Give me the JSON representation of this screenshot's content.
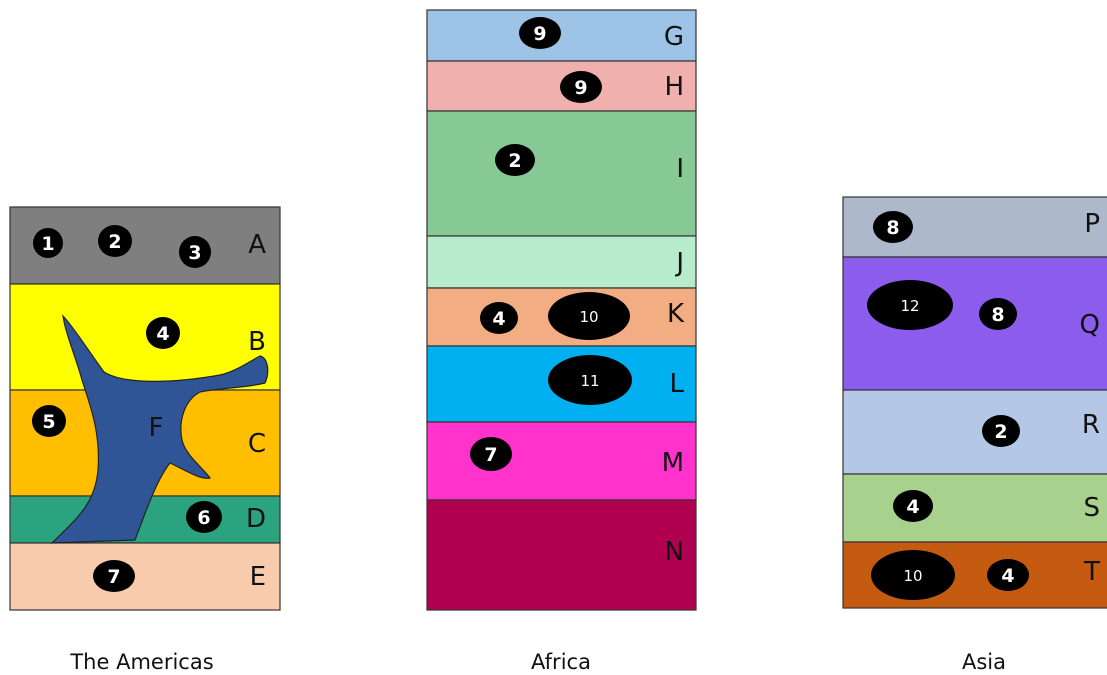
{
  "columns": [
    {
      "caption": "The Americas",
      "layers": [
        {
          "letter": "A",
          "color": "#7f7f7f",
          "badges": [
            "1",
            "2",
            "3"
          ]
        },
        {
          "letter": "B",
          "color": "#ffff00",
          "badges": [
            "4"
          ]
        },
        {
          "letter": "C",
          "color": "#ffbf00",
          "badges": [
            "5"
          ]
        },
        {
          "letter": "D",
          "color": "#2ba37f",
          "badges": [
            "6"
          ]
        },
        {
          "letter": "E",
          "color": "#f9cbad",
          "badges": [
            "7"
          ]
        }
      ],
      "intrusion": {
        "letter": "F",
        "color": "#2f5597"
      }
    },
    {
      "caption": "Africa",
      "layers": [
        {
          "letter": "G",
          "color": "#9dc3e6",
          "badges": [
            "9"
          ]
        },
        {
          "letter": "H",
          "color": "#f0b0ae",
          "badges": [
            "9"
          ]
        },
        {
          "letter": "I",
          "color": "#86c994",
          "badges": [
            "2"
          ]
        },
        {
          "letter": "J",
          "color": "#b8ebcc",
          "badges": []
        },
        {
          "letter": "K",
          "color": "#f2ad82",
          "badges": [
            "4",
            "10"
          ]
        },
        {
          "letter": "L",
          "color": "#00b0f0",
          "badges": [
            "11"
          ]
        },
        {
          "letter": "M",
          "color": "#ff33cc",
          "badges": [
            "7"
          ]
        },
        {
          "letter": "N",
          "color": "#b0004f",
          "badges": []
        }
      ]
    },
    {
      "caption": "Asia",
      "layers": [
        {
          "letter": "P",
          "color": "#adb9ca",
          "badges": [
            "8"
          ]
        },
        {
          "letter": "Q",
          "color": "#8c5ced",
          "badges": [
            "12",
            "8"
          ]
        },
        {
          "letter": "R",
          "color": "#b4c7e7",
          "badges": [
            "2"
          ]
        },
        {
          "letter": "S",
          "color": "#a9d18e",
          "badges": [
            "4"
          ]
        },
        {
          "letter": "T",
          "color": "#c55a11",
          "badges": [
            "10",
            "4"
          ]
        }
      ]
    }
  ]
}
